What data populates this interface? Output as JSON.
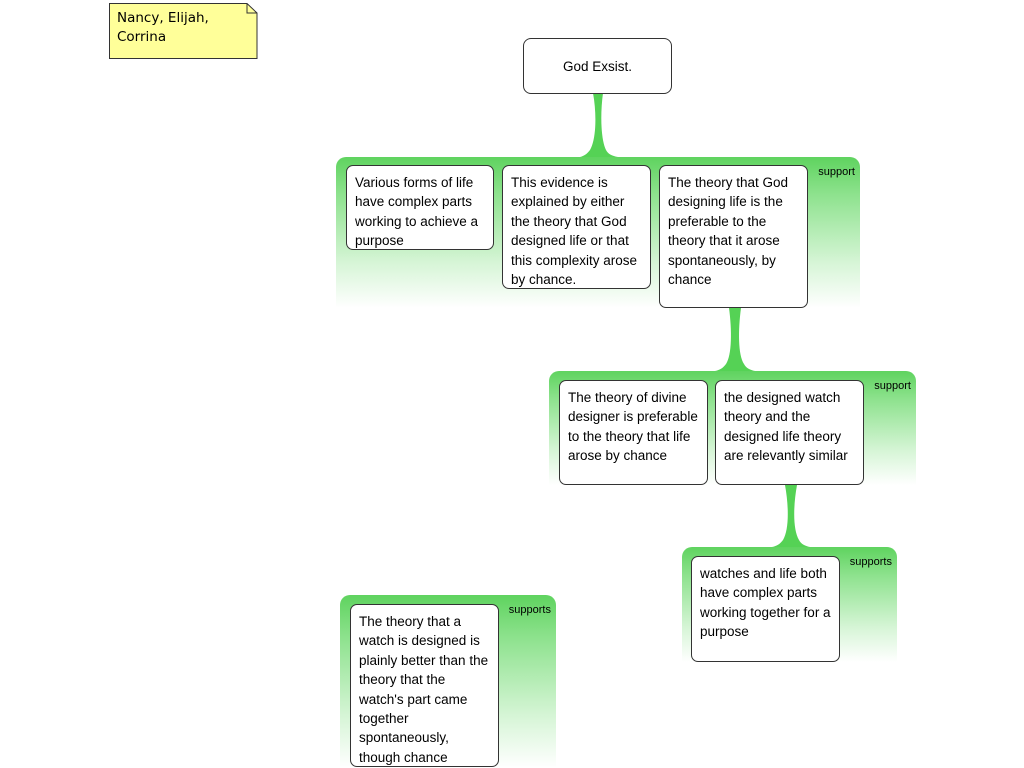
{
  "note": {
    "text": "Nancy, Elijah, Corrina"
  },
  "root": {
    "text": "God Exsist."
  },
  "groups": [
    {
      "label": "support",
      "boxes": [
        "Various forms of life have complex parts working to achieve a purpose",
        "This evidence is explained by either the theory that God designed life or that this complexity arose by chance.",
        "The theory that God designing life is the preferable to the theory that it arose spontaneously, by chance"
      ]
    },
    {
      "label": "support",
      "boxes": [
        "The theory of divine designer is preferable to the theory that life arose by chance",
        "the designed watch theory and the designed life theory are relevantly similar"
      ]
    },
    {
      "label": "supports",
      "boxes": [
        "watches and life both have complex parts working together for a purpose"
      ]
    },
    {
      "label": "supports",
      "boxes": [
        "The theory that a watch is designed is plainly better than the theory that the watch's part came together spontaneously, though chance"
      ]
    }
  ],
  "colors": {
    "connector": "#55d255",
    "group_top": "#5fd35f",
    "note_fill": "#ffff99"
  }
}
